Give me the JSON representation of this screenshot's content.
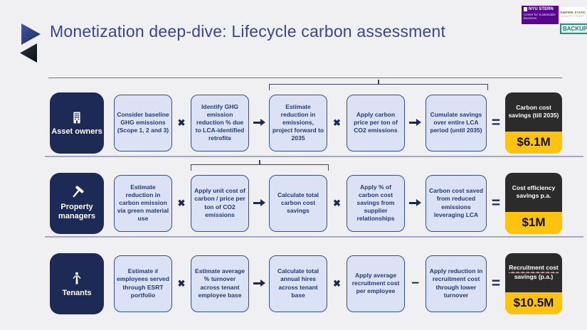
{
  "header": {
    "title": "Monetization deep-dive: Lifecycle carbon assessment",
    "logos": {
      "nyu_line1": "NYU STERN",
      "nyu_line2": "Center for Sustainable Business",
      "esrt_line1": "EMPIRE STATE",
      "esrt_line2": "REALTY TRUST",
      "backup_label": "BACKUP"
    }
  },
  "symbols": {
    "multiply": "✖",
    "minus": "−",
    "equals": "="
  },
  "colors": {
    "background": "#f0f0f2",
    "navy_box": "#1d2a55",
    "light_box_fill": "#dbe2f5",
    "light_box_border": "#33508f",
    "result_dark": "#2b2b2b",
    "result_yellow": "#ffc20e",
    "title_text": "#3a4496",
    "nyu_purple": "#57068c",
    "backup_teal": "#159a82"
  },
  "rows": [
    {
      "role": "Asset owners",
      "icon": "building-icon",
      "steps": [
        "Consider baseline GHG emissions (Scope 1, 2 and 3)",
        "Identify GHG emission reduction % due to LCA-identified retrofits",
        "Estimate reduction in emissions, project forward to 2035",
        "Apply carbon price per ton of CO2 emissions",
        "Cumulate savings over entire LCA period (until 2035)"
      ],
      "operators": [
        "multiply",
        "arrow",
        "multiply",
        "arrow"
      ],
      "bracket": true,
      "result_label": "Carbon cost savings (till 2035)",
      "result_value": "$6.1M"
    },
    {
      "role": "Property managers",
      "icon": "hammer-icon",
      "steps": [
        "Estimate reduction in carbon emission via green material use",
        "Apply unit cost of carbon / price per ton of CO2 emissions",
        "Calculate total carbon cost savings",
        "Apply % of carbon cost savings from supplier relationships",
        "Carbon cost saved from reduced emissions leveraging LCA"
      ],
      "operators": [
        "multiply",
        "arrow",
        "multiply",
        "arrow"
      ],
      "bracket": true,
      "result_label": "Cost efficiency savings p.a.",
      "result_value": "$1M"
    },
    {
      "role": "Tenants",
      "icon": "person-icon",
      "steps": [
        "Estimate # employees served through ESRT portfolio",
        "Estimate average % turnover across tenant employee base",
        "Calculate total annual hires across tenant base",
        "Apply average recruitment cost per employee",
        "Apply reduction in recruitment cost through lower turnover"
      ],
      "operators": [
        "multiply",
        "arrow",
        "multiply",
        "minus"
      ],
      "bracket": false,
      "result_label": "Recruitment cost savings (p.a.)",
      "result_underline": "Recruitment cost",
      "result_value": "$10.5M"
    }
  ]
}
